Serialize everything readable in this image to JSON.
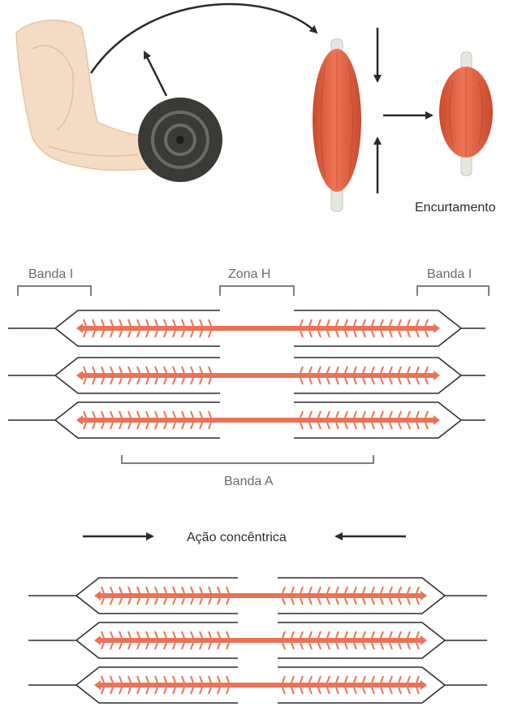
{
  "labels": {
    "shortening": "Encurtamento",
    "band_i_left": "Banda I",
    "zone_h": "Zona H",
    "band_i_right": "Banda I",
    "band_a": "Banda A",
    "concentric_action": "Ação concêntrica"
  },
  "colors": {
    "muscle": "#e0603f",
    "muscle_light": "#f08a6a",
    "tendon": "#e8e6e0",
    "skin": "#f4dcc4",
    "skin_shadow": "#e6c4a4",
    "weight_dark": "#3a3a36",
    "weight_mid": "#6b6b63",
    "line": "#2b2b2b",
    "bracket": "#555555",
    "label_text": "#6b6b6b",
    "filament": "#ea7256"
  },
  "diagram": {
    "sarcomere_rows_relaxed": 3,
    "sarcomere_rows_contracted": 3
  }
}
